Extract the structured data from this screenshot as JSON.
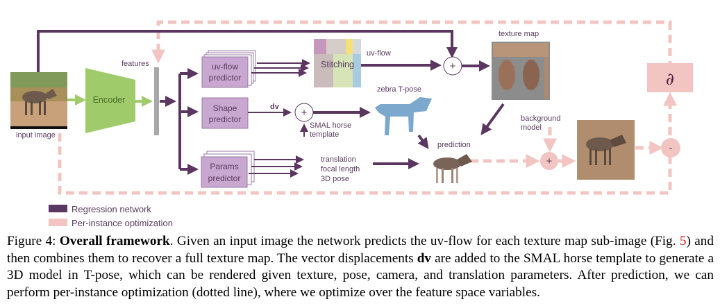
{
  "figure": {
    "labels": {
      "input_image": "input image",
      "encoder": "Encoder",
      "features": "features",
      "uv_flow_predictor": [
        "uv-flow",
        "predictor"
      ],
      "shape_predictor": [
        "Shape",
        "predictor"
      ],
      "params_predictor": [
        "Params",
        "predictor"
      ],
      "stitching": "Stitching",
      "uv_flow": "uv-flow",
      "texture_map": "texture map",
      "dv": "dv",
      "plus": "+",
      "minus": "-",
      "smal_template": [
        "SMAL horse",
        "template"
      ],
      "zebra_tpose": "zebra T-pose",
      "params_outputs": [
        "translation",
        "focal length",
        "3D pose"
      ],
      "prediction": "prediction",
      "background_model": [
        "background",
        "model"
      ],
      "partial": "∂"
    },
    "legend": [
      {
        "label": "Regression network",
        "color": "#5b3660"
      },
      {
        "label": "Per-instance optimization",
        "color": "#f2c5c2"
      }
    ],
    "colors": {
      "regression": "#5b3660",
      "optimization": "#f2c5c2",
      "encoder": "#9fcb6b",
      "predictor_box": "#c8a8d0",
      "features_bar": "#a8a8a8",
      "background": "#b08d6e"
    }
  },
  "caption": {
    "figure_number": "Figure 4:",
    "title": "Overall framework",
    "text_1": ". Given an input image the network predicts the uv-flow for each texture map sub-image (Fig. ",
    "fig_ref": "5",
    "text_2": ") and then combines them to recover a full texture map. The vector displacements ",
    "bold_term": "dv",
    "text_3": " are added to the SMAL horse template to generate a 3D model in T-pose, which can be rendered given texture, pose, camera, and translation parameters.  After prediction, we can perform per-instance optimization (dotted line), where we optimize over the feature space variables."
  }
}
